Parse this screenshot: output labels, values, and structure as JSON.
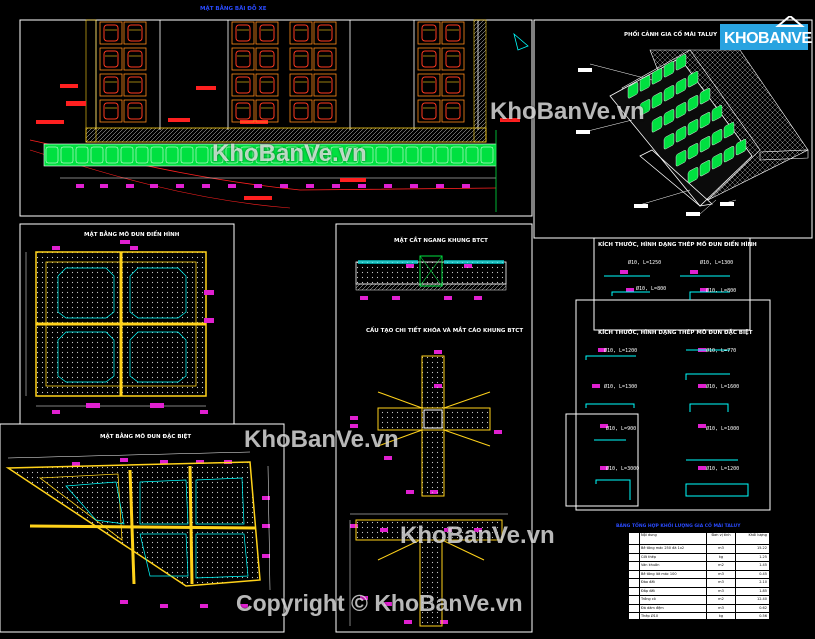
{
  "brand": {
    "logo_text": "KHOBANVE",
    "logo_color": "#29a3e0"
  },
  "watermarks": [
    "KhoBanVe.vn",
    "KhoBanVe.vn",
    "KhoBanVe.vn",
    "KhoBanVe.vn",
    "Copyright © KhoBanVe.vn"
  ],
  "colors": {
    "background": "#000000",
    "lines": "#ffffff",
    "grass": "#00e040",
    "cars": "#ff3a20",
    "tags": "#e020d0",
    "dims": "#00ffff",
    "annotations": "#ff2020",
    "steel": "#ffd21a"
  },
  "panels": {
    "parking_plan": {
      "title": "MẶT BẰNG BÃI ĐỖ XE"
    },
    "perspective": {
      "title": "PHỐI CẢNH GIA CỐ MÁI TALUY"
    },
    "grid_plan": {
      "title": "MẶT BẰNG MÔ ĐUN ĐIỂN HÌNH"
    },
    "detail_section": {
      "title": "MẶT CẮT NGANG KHUNG BTCT"
    },
    "joint_detail": {
      "title": "CẤU TẠO CHI TIẾT KHÓA VÀ MẮT CÁO KHUNG BTCT"
    },
    "special_plan": {
      "title": "MẶT BẰNG MÔ ĐUN ĐẶC BIỆT"
    },
    "rebar_typical": {
      "title": "KÍCH THƯỚC, HÌNH DẠNG THÉP MÔ ĐUN ĐIỂN HÌNH"
    },
    "rebar_special": {
      "title": "KÍCH THƯỚC, HÌNH DẠNG THÉP MÔ ĐUN ĐẶC BIỆT"
    },
    "quantity_table": {
      "title": "BẢNG TỔNG HỢP KHỐI LƯỢNG GIA CỐ MÁI TALUY"
    }
  },
  "rebar_labels": [
    "Ø10, L=1250",
    "Ø10, L=1300",
    "Ø10, L=800",
    "Ø10, L=800",
    "Ø10, L=1200",
    "Ø10, L=770",
    "Ø10, L=1300",
    "Ø10, L=1600",
    "Ø10, L=900",
    "Ø10, L=1000",
    "Ø10, L=3000",
    "Ø10, L=1200"
  ],
  "table": {
    "headers": [
      "Nội dung",
      "Đơn vị tính",
      "Khối lượng"
    ],
    "rows": [
      [
        "Bê tông mác 250 đá 1x2",
        "m3",
        "15.22"
      ],
      [
        "Cốt thép",
        "kg",
        "1.25"
      ],
      [
        "Ván khuôn",
        "m2",
        "1.45"
      ],
      [
        "Bê tông lót mác 100",
        "m3",
        "0.45"
      ],
      [
        "Đào đất",
        "m3",
        "2.10"
      ],
      [
        "Đắp đất",
        "m3",
        "1.85"
      ],
      [
        "Trồng cỏ",
        "m2",
        "12.40"
      ],
      [
        "Đá dăm đệm",
        "m3",
        "0.62"
      ],
      [
        "Thép Ø10",
        "kg",
        "0.56"
      ],
      [
        "Thép Ø6",
        "kg",
        "0.31"
      ],
      [
        "Cát vàng",
        "m3",
        "0.12"
      ]
    ]
  }
}
